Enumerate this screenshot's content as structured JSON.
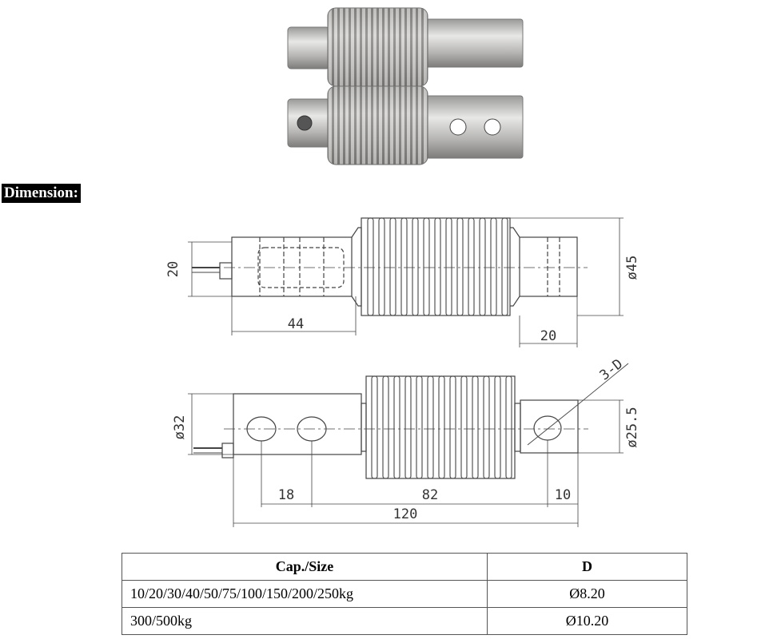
{
  "heading": "Dimension:",
  "dimensions": {
    "top_view": {
      "height": "20",
      "diameter": "ø45",
      "left_length": "44",
      "right_length": "20"
    },
    "side_view": {
      "height": "ø32",
      "hole_dia": "ø25.5",
      "holes": "3-D",
      "hole_pitch": "18",
      "bellows": "82",
      "end": "10",
      "total": "120"
    }
  },
  "table": {
    "headers": [
      "Cap./Size",
      "D"
    ],
    "rows": [
      [
        "10/20/30/40/50/75/100/150/200/250kg",
        "Ø8.20"
      ],
      [
        "300/500kg",
        "Ø10.20"
      ]
    ]
  }
}
